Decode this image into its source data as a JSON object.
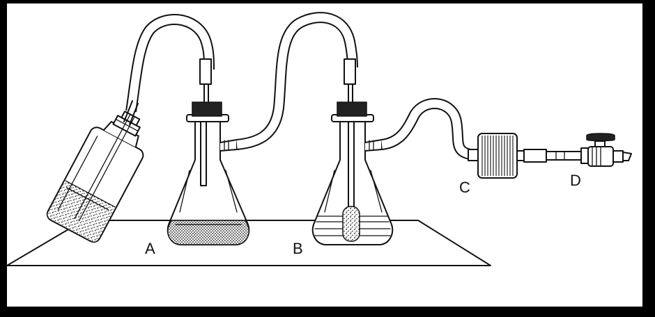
{
  "labels": {
    "a": "A",
    "b": "B",
    "c": "C",
    "d": "D"
  },
  "colors": {
    "background": "#000000",
    "panel": "#ffffff",
    "ink": "#111111"
  }
}
